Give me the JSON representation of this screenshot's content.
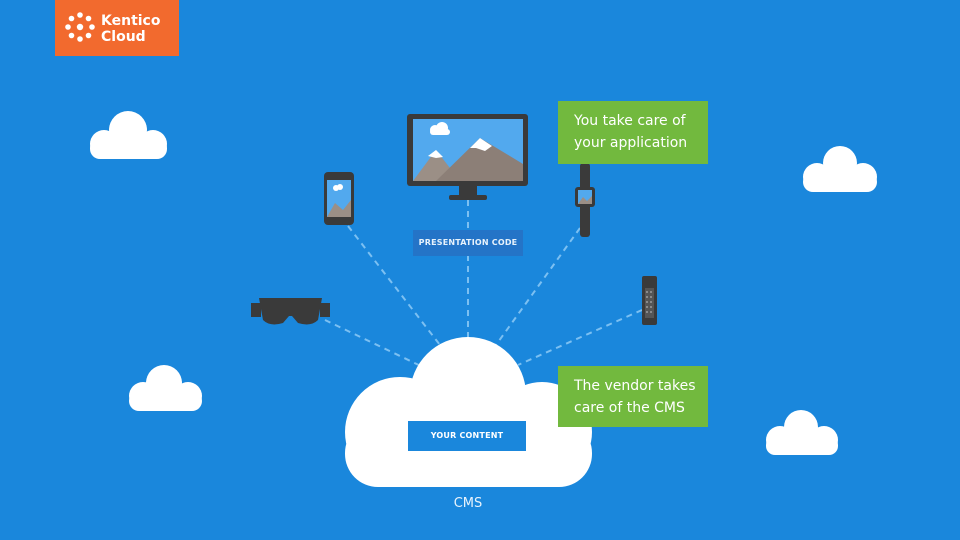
{
  "logo": {
    "line1": "Kentico",
    "line2": "Cloud",
    "color": "#f26a2e"
  },
  "callouts": {
    "app": "You take care of\nyour application",
    "vendor": "The vendor takes\ncare of the CMS",
    "color": "#72b93e"
  },
  "tags": {
    "presentation": "PRESENTATION CODE",
    "content": "YOUR CONTENT"
  },
  "cms_label": "CMS",
  "colors": {
    "background": "#1a87dc",
    "cloud": "#ffffff",
    "device": "#3a3a3a"
  },
  "icons": [
    "desktop-monitor-icon",
    "smartphone-icon",
    "smartwatch-icon",
    "vr-headset-icon",
    "fitness-band-icon",
    "cloud-icon"
  ]
}
